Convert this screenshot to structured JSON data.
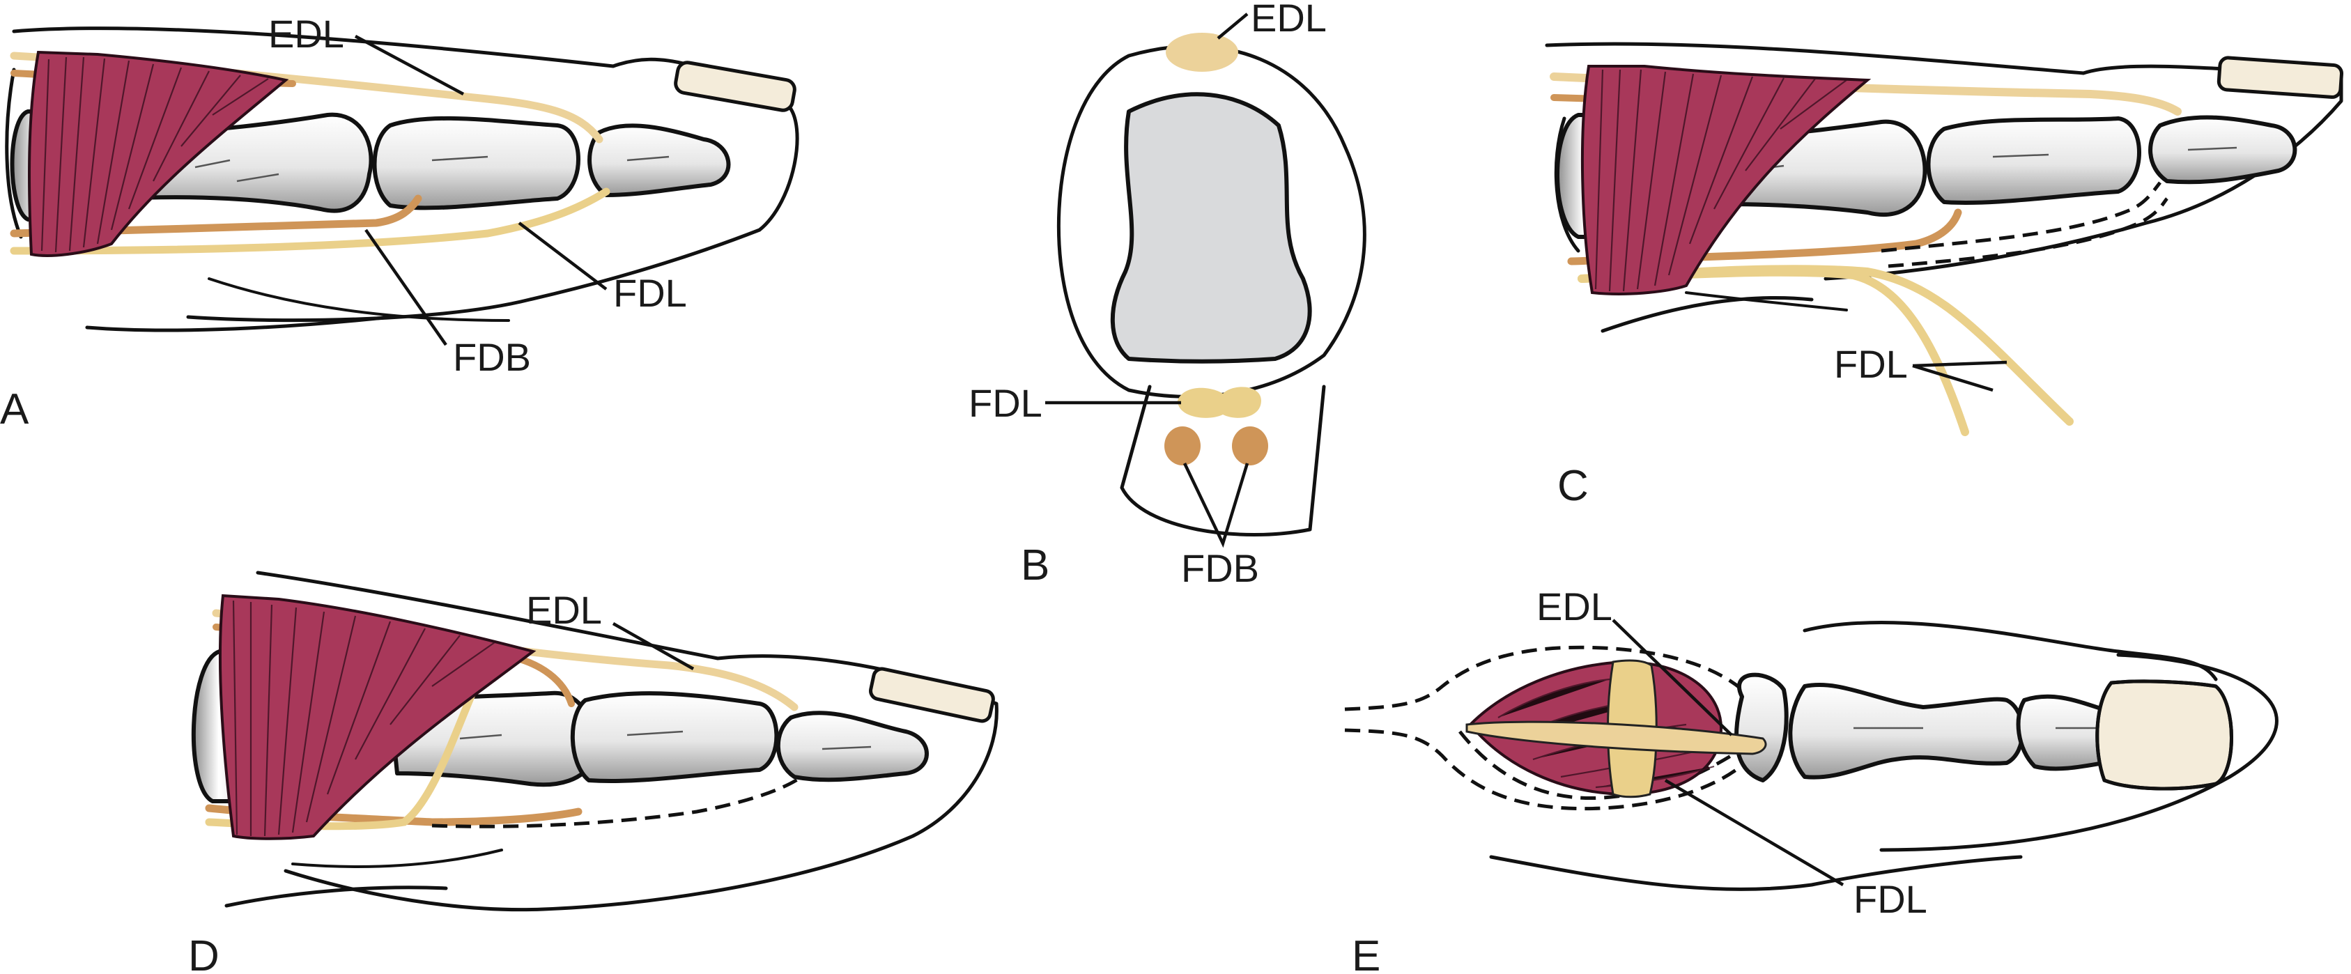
{
  "colors": {
    "muscle": "#a8385a",
    "fiber": "#3a1020",
    "edl": "#ecd29a",
    "fdl": "#ead08a",
    "fdb": "#cf9558",
    "bone_fill": "#e8e8e8",
    "skin": "#f0dcc8",
    "marrow": "#d9dadc",
    "nail": "#f4ecda"
  },
  "icons": {
    "bone": "phalanx-bone-shape",
    "muscle": "interosseous-muscle-shape",
    "tendon": "tendon-band-shape"
  },
  "panels": {
    "A": {
      "letter": "A",
      "labels": {
        "edl": "EDL",
        "fdl": "FDL",
        "fdb": "FDB"
      }
    },
    "B": {
      "letter": "B",
      "labels": {
        "edl": "EDL",
        "fdl": "FDL",
        "fdb": "FDB"
      }
    },
    "C": {
      "letter": "C",
      "labels": {
        "fdl": "FDL"
      }
    },
    "D": {
      "letter": "D",
      "labels": {
        "edl": "EDL"
      }
    },
    "E": {
      "letter": "E",
      "labels": {
        "edl": "EDL",
        "fdl": "FDL"
      }
    }
  }
}
